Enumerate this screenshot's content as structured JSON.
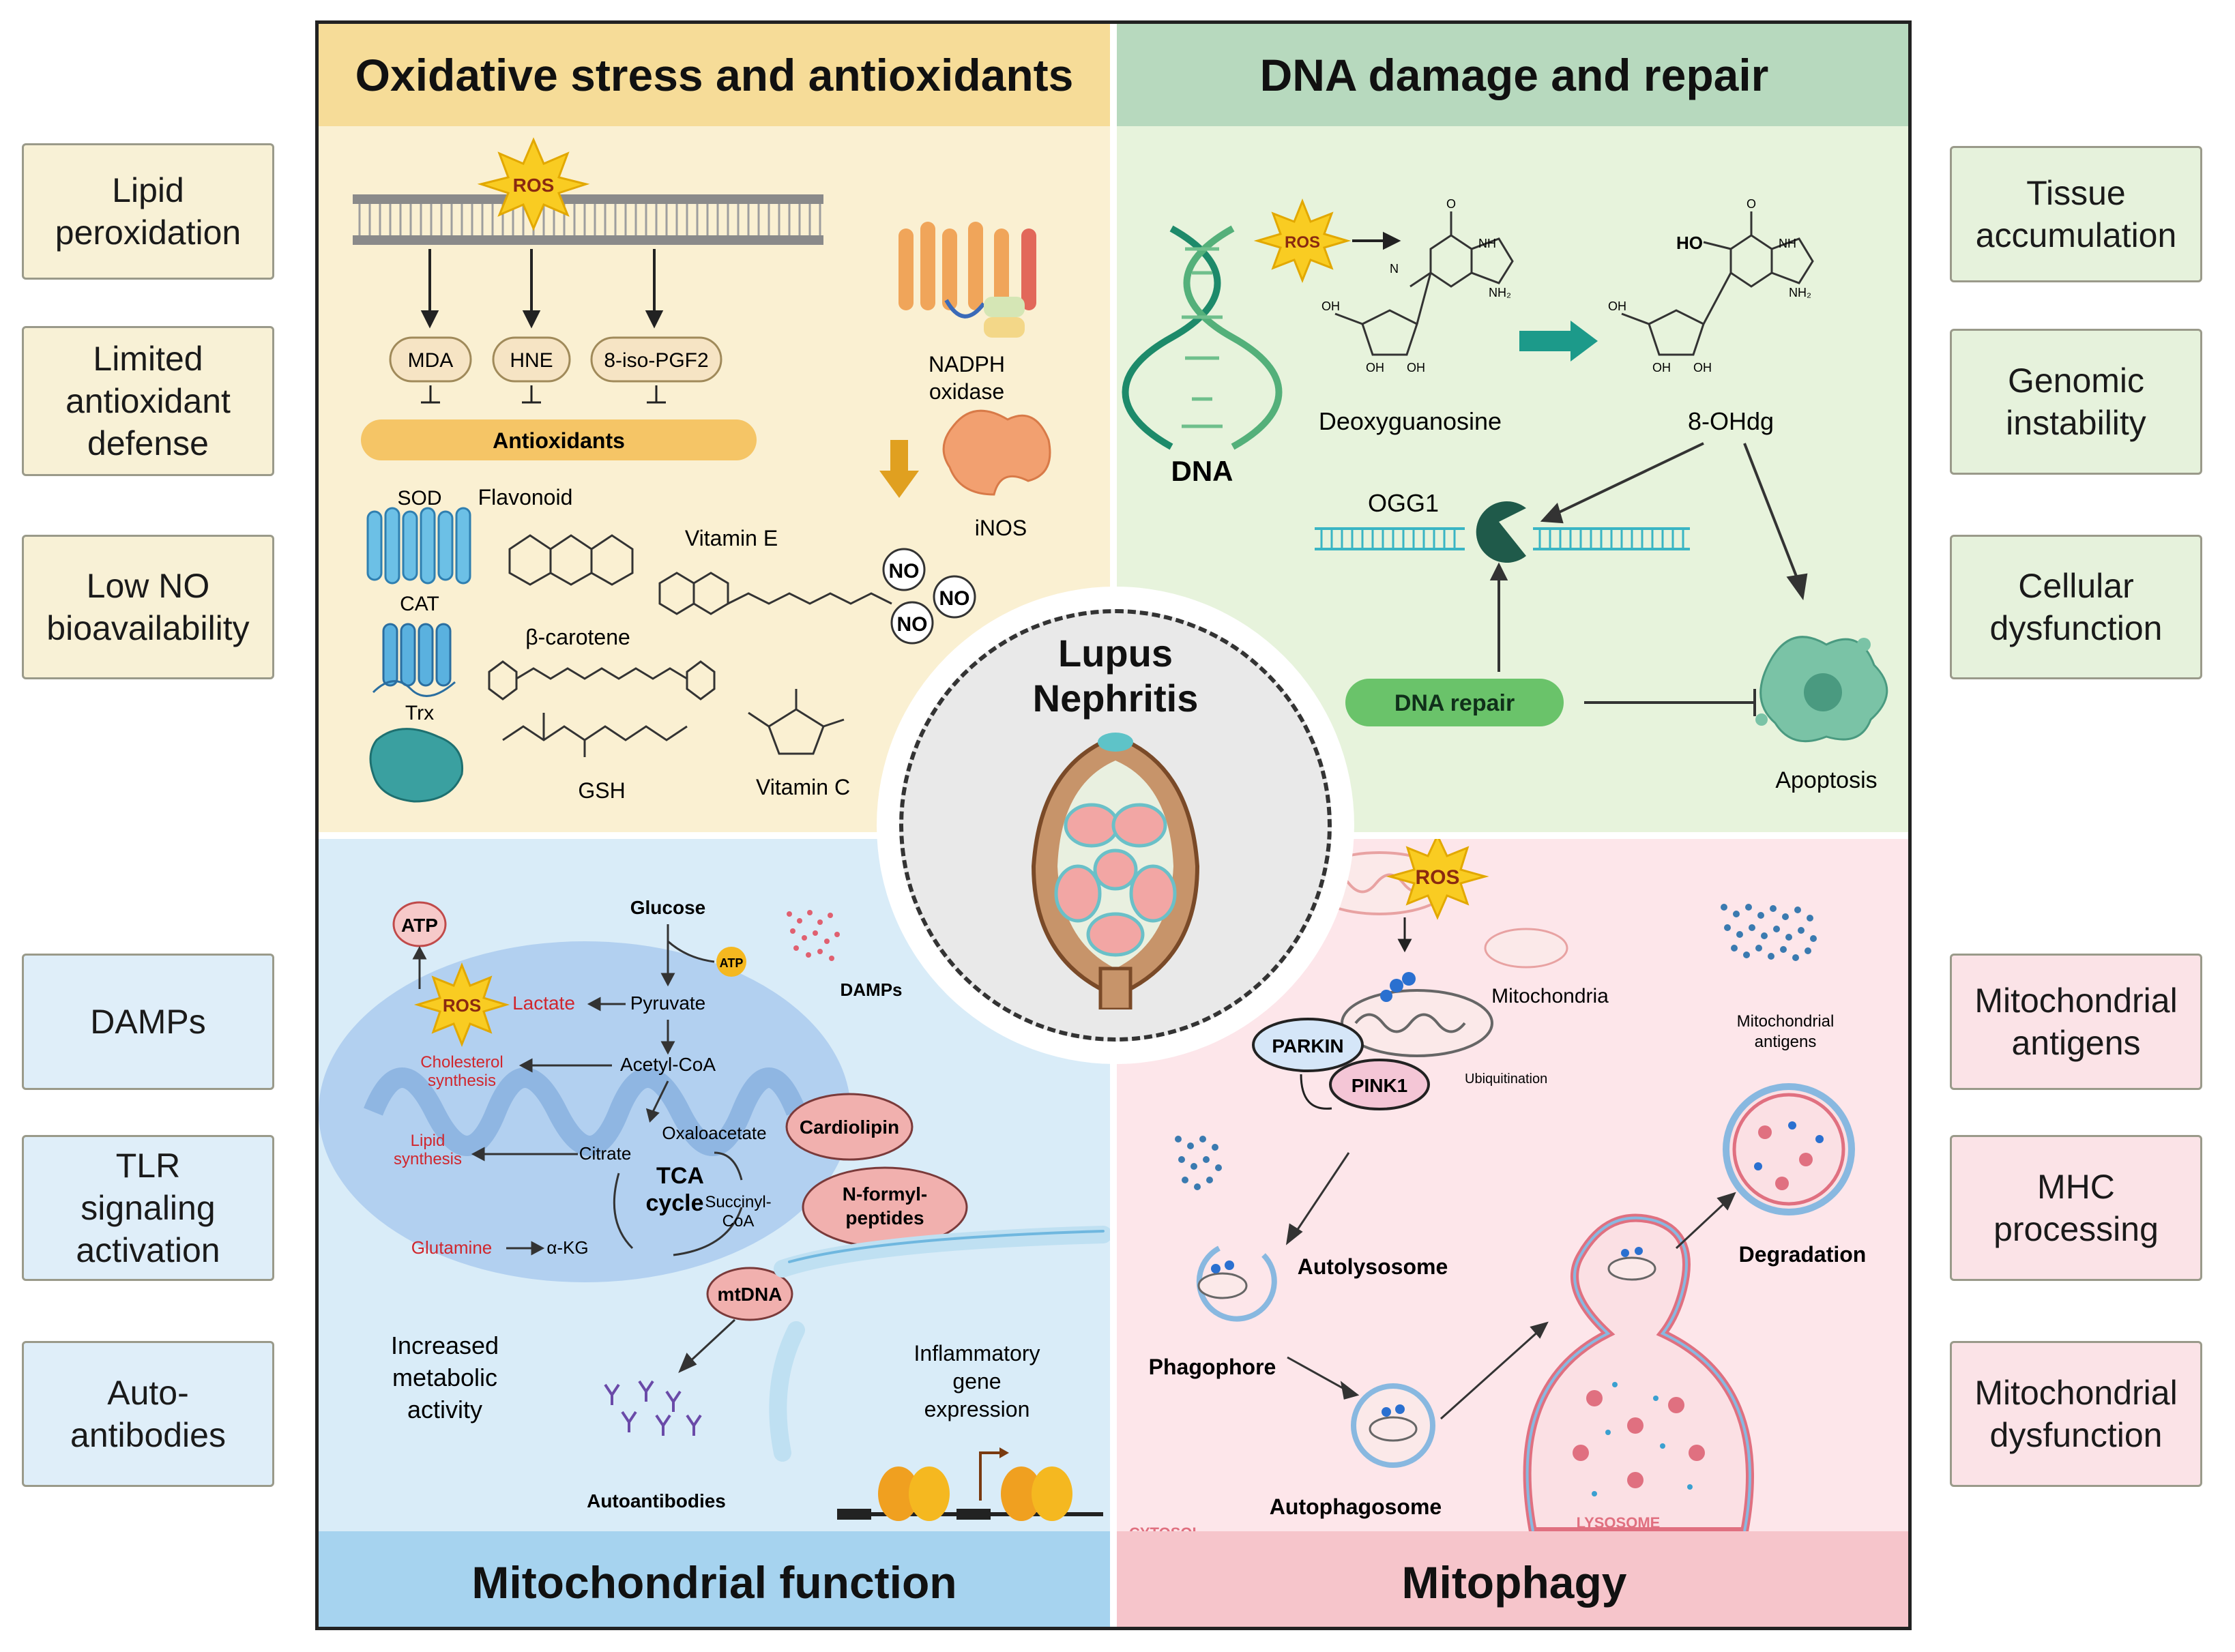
{
  "side_left": [
    {
      "text": "Lipid peroxidation",
      "lines": [
        "Lipid",
        "peroxidation"
      ]
    },
    {
      "text": "Limited antioxidant defense",
      "lines": [
        "Limited",
        "antioxidant",
        "defense"
      ]
    },
    {
      "text": "Low NO bioavailability",
      "lines": [
        "Low NO",
        "bioavailability"
      ]
    },
    {
      "text": "DAMPs",
      "lines": [
        "DAMPs"
      ]
    },
    {
      "text": "TLR signaling activation",
      "lines": [
        "TLR",
        "signaling",
        "activation"
      ]
    },
    {
      "text": "Auto-antibodies",
      "lines": [
        "Auto-",
        "antibodies"
      ]
    }
  ],
  "side_right": [
    {
      "text": "Tissue accumulation",
      "lines": [
        "Tissue",
        "accumulation"
      ]
    },
    {
      "text": "Genomic instability",
      "lines": [
        "Genomic",
        "instability"
      ]
    },
    {
      "text": "Cellular dysfunction",
      "lines": [
        "Cellular",
        "dysfunction"
      ]
    },
    {
      "text": "Mitochondrial antigens",
      "lines": [
        "Mitochondrial",
        "antigens"
      ]
    },
    {
      "text": "MHC processing",
      "lines": [
        "MHC",
        "processing"
      ]
    },
    {
      "text": "Mitochondrial dysfunction",
      "lines": [
        "Mitochondrial",
        "dysfunction"
      ]
    }
  ],
  "center": {
    "line1": "Lupus",
    "line2": "Nephritis"
  },
  "oxidative": {
    "title": "Oxidative stress and antioxidants",
    "ros": "ROS",
    "mda": "MDA",
    "hne": "HNE",
    "iso": "8-iso-PGF2",
    "antioxidants": "Antioxidants",
    "nadph1": "NADPH",
    "nadph2": "oxidase",
    "inos": "iNOS",
    "no": "NO",
    "sod": "SOD",
    "cat": "CAT",
    "trx": "Trx",
    "flavonoid": "Flavonoid",
    "vitamin_e": "Vitamin E",
    "beta_carotene": "β-carotene",
    "gsh": "GSH",
    "vitamin_c": "Vitamin C"
  },
  "dna": {
    "title": "DNA damage and repair",
    "ros": "ROS",
    "dna": "DNA",
    "deoxyguanosine": "Deoxyguanosine",
    "ohdg": "8-OHdg",
    "ogg1": "OGG1",
    "dna_repair": "DNA repair",
    "apoptosis": "Apoptosis",
    "ho": "HO",
    "chem": {
      "o": "O",
      "n": "N",
      "nh": "NH",
      "nh2": "NH₂",
      "oh": "OH"
    }
  },
  "mito": {
    "title": "Mitochondrial function",
    "atp": "ATP",
    "atp_small": "ATP",
    "ros": "ROS",
    "glucose": "Glucose",
    "pyruvate": "Pyruvate",
    "lactate": "Lactate",
    "chol1": "Cholesterol",
    "chol2": "synthesis",
    "acetyl": "Acetyl-CoA",
    "lipid1": "Lipid",
    "lipid2": "synthesis",
    "citrate": "Citrate",
    "oxalo": "Oxaloacetate",
    "tca1": "TCA",
    "tca2": "cycle",
    "succ1": "Succinyl-",
    "succ2": "CoA",
    "glutamine": "Glutamine",
    "akg": "α-KG",
    "damps": "DAMPs",
    "cardiolipin": "Cardiolipin",
    "nformyl1": "N-formyl-",
    "nformyl2": "peptides",
    "mtdna": "mtDNA",
    "increased1": "Increased",
    "increased2": "metabolic",
    "increased3": "activity",
    "autoantibodies": "Autoantibodies",
    "infl1": "Inflammatory",
    "infl2": "gene",
    "infl3": "expression"
  },
  "mitophagy": {
    "title": "Mitophagy",
    "ros": "ROS",
    "mitochondria": "Mitochondria",
    "mito_antigens1": "Mitochondrial",
    "mito_antigens2": "antigens",
    "parkin": "PARKIN",
    "pink1": "PINK1",
    "ubiq": "Ubiquitination",
    "autolysosome": "Autolysosome",
    "degradation": "Degradation",
    "phagophore": "Phagophore",
    "autophagosome": "Autophagosome",
    "cytosol": "CYTOSOL",
    "lysosome": "LYSOSOME"
  },
  "colors": {
    "yellow_bg": "#faf0d2",
    "yellow_title": "#f6dc98",
    "green_bg": "#e7f3dc",
    "green_title": "#b7d9be",
    "blue_bg": "#d9ecf8",
    "blue_title": "#a6d3ef",
    "pink_bg": "#fde6ea",
    "pink_title": "#f6c5cb",
    "ros_star": "#f9cc22",
    "teal": "#1c9a8a"
  }
}
